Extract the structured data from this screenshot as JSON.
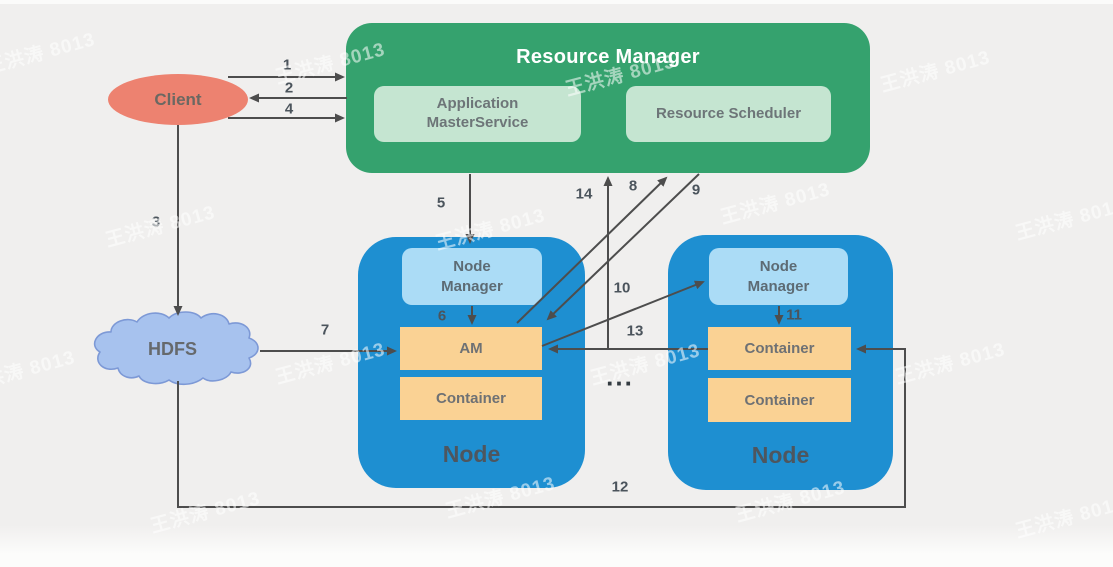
{
  "watermark": {
    "text": "王洪涛 8013"
  },
  "resource_manager": {
    "title": "Resource Manager",
    "app_master_service": "Application\nMasterService",
    "resource_scheduler": "Resource Scheduler"
  },
  "client": {
    "label": "Client"
  },
  "hdfs": {
    "label": "HDFS"
  },
  "node1": {
    "node_manager": "Node\nManager",
    "am": "AM",
    "container": "Container",
    "node_label": "Node"
  },
  "node2": {
    "node_manager": "Node\nManager",
    "container1": "Container",
    "container2": "Container",
    "node_label": "Node"
  },
  "ellipsis": "...",
  "arrow_labels": {
    "n1": "1",
    "n2": "2",
    "n3": "3",
    "n4": "4",
    "n5": "5",
    "n6": "6",
    "n7": "7",
    "n8": "8",
    "n9": "9",
    "n10": "10",
    "n11": "11",
    "n12": "12",
    "n13": "13",
    "n14": "14"
  },
  "colors": {
    "rm_green": "#35a26e",
    "light_green": "#c5e5d1",
    "node_blue": "#1e8fd1",
    "light_blue": "#abdcf6",
    "orange": "#fad294",
    "client_salmon": "#ed8270",
    "hdfs_fill": "#a7c2ee",
    "hdfs_stroke": "#7d99d6",
    "arrow_gray": "#4d4d4d",
    "background": "#f0efee"
  }
}
